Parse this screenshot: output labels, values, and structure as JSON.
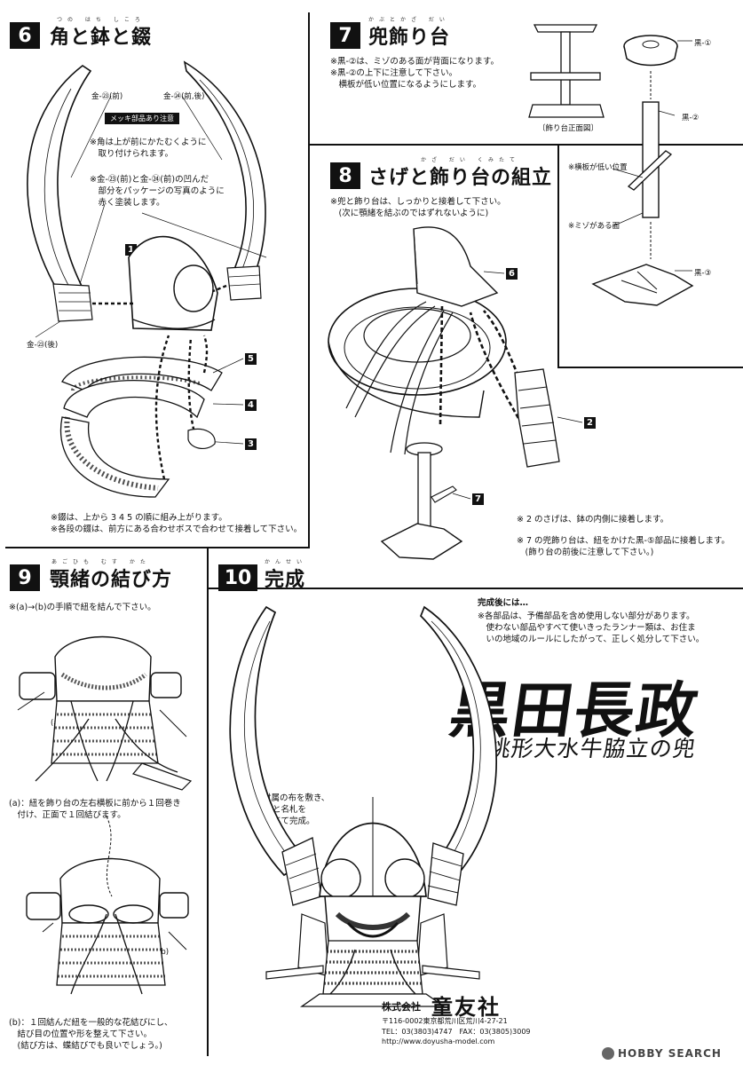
{
  "step6": {
    "number": "6",
    "title": "角と鉢と錣",
    "ruby": "つの はち しころ",
    "note_plating": "メッキ部品あり注意",
    "label_kin23_front": "金-㉓(前)",
    "label_kin24": "金-㉔(前,後)",
    "label_kin23_back": "金-㉓(後)",
    "note1": "※角は上が前にかたむくように\n　取り付けられます。",
    "note2": "※金-㉓(前)と金-㉔(前)の凹んだ\n　部分をパッケージの写真のように\n　赤く塗装します。",
    "parts": [
      "1",
      "5",
      "4",
      "3"
    ],
    "footer_line1": "※錣は、上から 3 4 5 の順に組み上がります。",
    "footer_line2": "※各段の錣は、前方にある合わせボスで合わせて接着して下さい。"
  },
  "step7": {
    "number": "7",
    "title": "兜飾り台",
    "ruby": "かぶとかざ だい",
    "note": "※黒-②は、ミゾのある面が背面になります。\n※黒-②の上下に注意して下さい。\n　横板が低い位置になるようにします。",
    "caption_front": "〔飾り台正面図〕",
    "label_kuro1": "黒-①",
    "label_kuro2": "黒-②",
    "label_kuro3": "黒-③",
    "label_low": "※横板が低い位置",
    "label_groove": "※ミゾがある面"
  },
  "step8": {
    "number": "8",
    "title": "さげと飾り台の組立",
    "ruby": "かざ だい くみたて",
    "note": "※兜と飾り台は、しっかりと接着して下さい。\n　(次に顎緒を結ぶのではずれないように)",
    "parts": [
      "6",
      "2",
      "7"
    ],
    "footer_line1": "※ 2 のさげは、鉢の内側に接着します。",
    "footer_line2": "※ 7 の兜飾り台は、紐をかけた黒-⑤部品に接着します。\n　(飾り台の前後に注意して下さい。)"
  },
  "step9": {
    "number": "9",
    "title": "顎緒の結び方",
    "ruby": "あごひも むす かた",
    "intro": "※(a)→(b)の手順で紐を結んで下さい。",
    "label_a": "(a)",
    "label_b": "(b)",
    "caption_a": "(a)：紐を飾り台の左右横板に前から１回巻き\n　付け、正面で１回結びます。",
    "caption_b": "(b)：１回結んだ紐を一般的な花結びにし、\n　結び目の位置や形を整えて下さい。\n　(結び方は、蝶結びでも良いでしょう。)"
  },
  "step10": {
    "number": "10",
    "title": "完成",
    "ruby": "かんせい",
    "after_title": "完成後には…",
    "after_text": "※各部品は、予備部品を含め使用しない部分があります。\n　使わない部品やすべて使いきったランナー類は、お住ま\n　いの地域のルールにしたがって、正しく処分して下さい。",
    "calligraphy_name": "黒田長政",
    "calligraphy_sub": "桃形大水牛脇立の兜",
    "cloth_note": "※付属の布を敷き、\n　兜と名札を\n　立てて完成。"
  },
  "company": {
    "prefix": "株式会社",
    "name": "童友社",
    "address": "〒116-0002東京都荒川区荒川4-27-21",
    "tel": "TEL：03(3803)4747　FAX：03(3805)3009",
    "url": "http://www.doyusha-model.com"
  },
  "watermark": "HOBBY SEARCH"
}
